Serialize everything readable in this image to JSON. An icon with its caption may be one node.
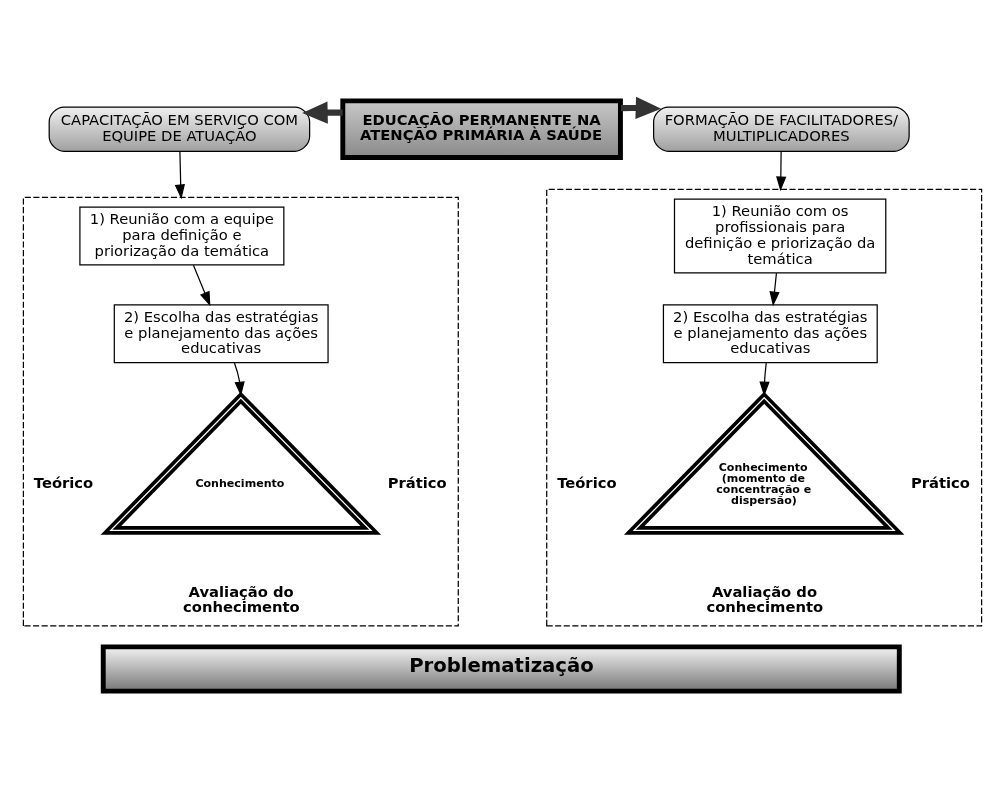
{
  "diagram": {
    "nodes": [
      {
        "text": [
          "EDUCAÇÃO PERMANENTE NA ATENÇÃO PRIMÁRIA À SAÚDE"
        ]
      },
      {
        "text": [
          "CAPACITAÇÃO EM SERVIÇO COM EQUIPE DE ATUAÇÃO"
        ]
      },
      {
        "text": [
          "FORMAÇÃO DE FACILITADORES/ MULTIPLICADORES"
        ]
      },
      {
        "text": [],
        "shape": "box"
      },
      {
        "text": [
          "1) Reunião com a equipe para definição e priorização da temática"
        ],
        "in": 3
      },
      {
        "text": [
          "2) Escolha das estratégias e planejamento das ações educativas"
        ],
        "in": 3
      },
      {
        "text": [
          "Conhecimento"
        ],
        "beside": [
          "Teórico",
          "Prático",
          "Avaliação do conhecimento"
        ],
        "in": 3
      },
      {
        "text": [],
        "shape": "box"
      },
      {
        "text": [
          "1) Reunião com os profissionais para definição e priorização da temática"
        ],
        "in": 7
      },
      {
        "text": [
          "2) Escolha das estratégias e planejamento das ações educativas"
        ],
        "in": 7
      },
      {
        "text": [
          "Conhecimento (momento de concentração e dispersão)"
        ],
        "beside": [
          "Teórico",
          "Prático",
          "Avaliação do conhecimento"
        ],
        "in": 7
      },
      {
        "text": [
          "Problematização"
        ]
      }
    ],
    "edges": [
      {
        "from": 0,
        "to": 1,
        "arrow": "to",
        "style": "thick"
      },
      {
        "from": 0,
        "to": 2,
        "arrow": "to",
        "style": "thick"
      },
      {
        "from": 1,
        "to": 3,
        "arrow": "to"
      },
      {
        "from": 4,
        "to": 5,
        "arrow": "to"
      },
      {
        "from": 5,
        "to": 6,
        "arrow": "to"
      },
      {
        "from": 2,
        "to": 7,
        "arrow": "to"
      },
      {
        "from": 8,
        "to": 9,
        "arrow": "to"
      },
      {
        "from": 9,
        "to": 10,
        "arrow": "to"
      }
    ]
  }
}
